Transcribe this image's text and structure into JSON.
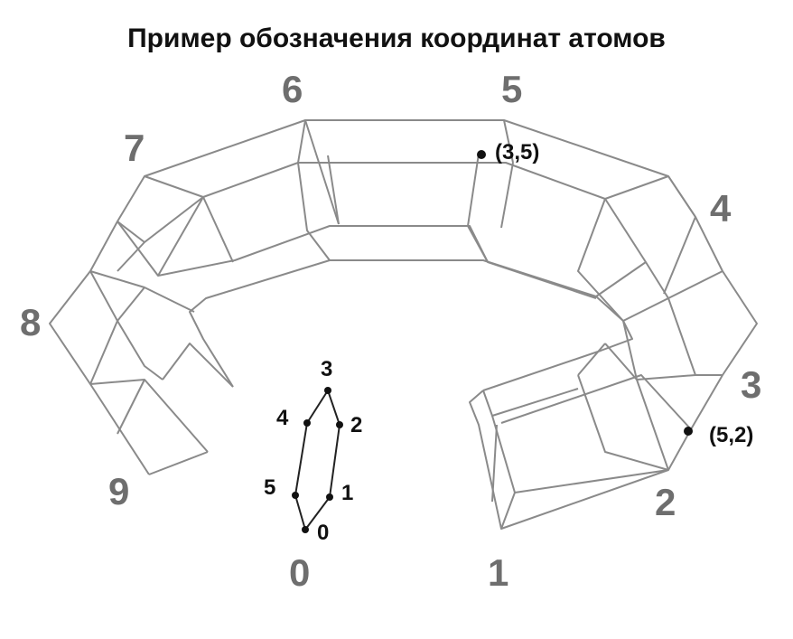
{
  "title": "Пример обозначения координат атомов",
  "ring_labels": [
    "0",
    "1",
    "2",
    "3",
    "4",
    "5",
    "6",
    "7",
    "8",
    "9"
  ],
  "hex_labels": [
    "0",
    "1",
    "2",
    "3",
    "4",
    "5"
  ],
  "coord_labels": [
    "(3,5)",
    "(5,2)"
  ],
  "colors": {
    "wire": "#8a8a8a",
    "label_gray": "#6e6e6e",
    "text": "#111111"
  }
}
